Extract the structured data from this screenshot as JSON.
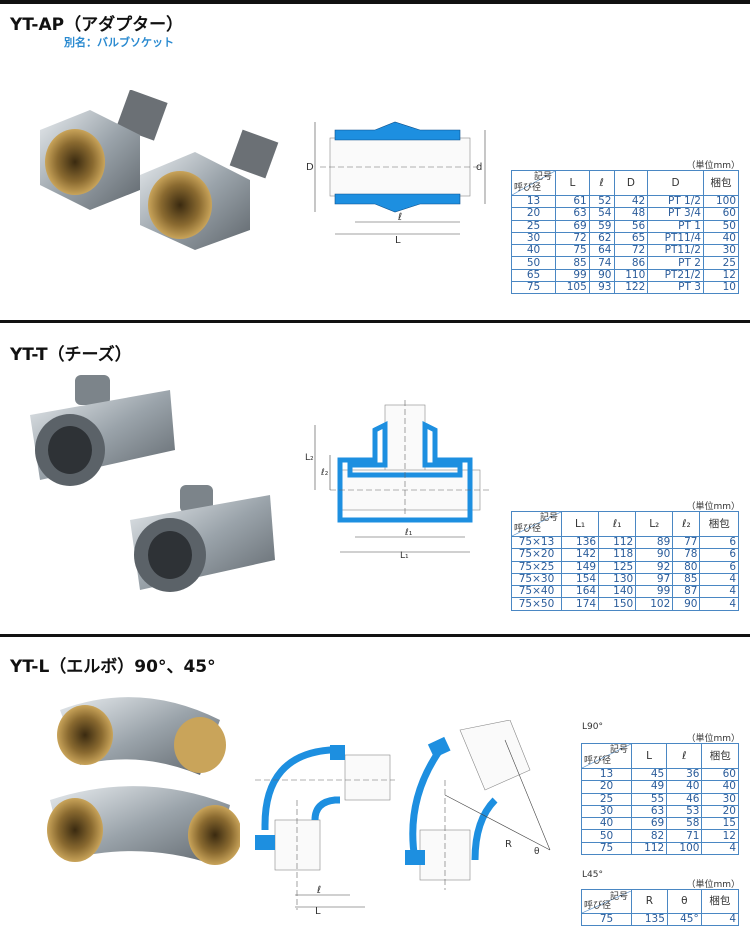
{
  "sections": {
    "ap": {
      "title": "YT-AP（アダプター）",
      "alias": "別名：バルブソケット",
      "unit": "（単位mm）",
      "head_symbol": "記号",
      "head_size": "呼び径",
      "columns": [
        "L",
        "ℓ",
        "D",
        "D",
        "梱包"
      ],
      "rows": [
        [
          "13",
          "61",
          "52",
          "42",
          "PT 1/2",
          "100"
        ],
        [
          "20",
          "63",
          "54",
          "48",
          "PT 3/4",
          "60"
        ],
        [
          "25",
          "69",
          "59",
          "56",
          "PT 1",
          "50"
        ],
        [
          "30",
          "72",
          "62",
          "65",
          "PT11/4",
          "40"
        ],
        [
          "40",
          "75",
          "64",
          "72",
          "PT11/2",
          "30"
        ],
        [
          "50",
          "85",
          "74",
          "86",
          "PT 2",
          "25"
        ],
        [
          "65",
          "99",
          "90",
          "110",
          "PT21/2",
          "12"
        ],
        [
          "75",
          "105",
          "93",
          "122",
          "PT 3",
          "10"
        ]
      ],
      "dims": {
        "D": "D",
        "d": "d",
        "l": "ℓ",
        "L": "L"
      }
    },
    "t": {
      "title": "YT-T（チーズ）",
      "unit": "（単位mm）",
      "head_symbol": "記号",
      "head_size": "呼び径",
      "columns": [
        "L₁",
        "ℓ₁",
        "L₂",
        "ℓ₂",
        "梱包"
      ],
      "rows": [
        [
          "75×13",
          "136",
          "112",
          "89",
          "77",
          "6"
        ],
        [
          "75×20",
          "142",
          "118",
          "90",
          "78",
          "6"
        ],
        [
          "75×25",
          "149",
          "125",
          "92",
          "80",
          "6"
        ],
        [
          "75×30",
          "154",
          "130",
          "97",
          "85",
          "4"
        ],
        [
          "75×40",
          "164",
          "140",
          "99",
          "87",
          "4"
        ],
        [
          "75×50",
          "174",
          "150",
          "102",
          "90",
          "4"
        ]
      ],
      "dims": {
        "L2": "L₂",
        "l2": "ℓ₂",
        "l1": "ℓ₁",
        "L1": "L₁"
      }
    },
    "l": {
      "title": "YT-L（エルボ）90°、45°",
      "l90": {
        "label": "L90°",
        "unit": "（単位mm）",
        "head_symbol": "記号",
        "head_size": "呼び径",
        "columns": [
          "L",
          "ℓ",
          "梱包"
        ],
        "rows": [
          [
            "13",
            "45",
            "36",
            "60"
          ],
          [
            "20",
            "49",
            "40",
            "40"
          ],
          [
            "25",
            "55",
            "46",
            "30"
          ],
          [
            "30",
            "63",
            "53",
            "20"
          ],
          [
            "40",
            "69",
            "58",
            "15"
          ],
          [
            "50",
            "82",
            "71",
            "12"
          ],
          [
            "75",
            "112",
            "100",
            "4"
          ]
        ]
      },
      "l45": {
        "label": "L45°",
        "unit": "（単位mm）",
        "head_symbol": "記号",
        "head_size": "呼び径",
        "columns": [
          "R",
          "θ",
          "梱包"
        ],
        "rows": [
          [
            "75",
            "135",
            "45°",
            "4"
          ]
        ]
      },
      "dims": {
        "l": "ℓ",
        "L": "L",
        "R": "R",
        "theta": "θ"
      }
    }
  },
  "colors": {
    "accent_blue": "#2a8ad0",
    "table_border": "#4a87c3",
    "pipe_blue": "#1d8fe0"
  }
}
